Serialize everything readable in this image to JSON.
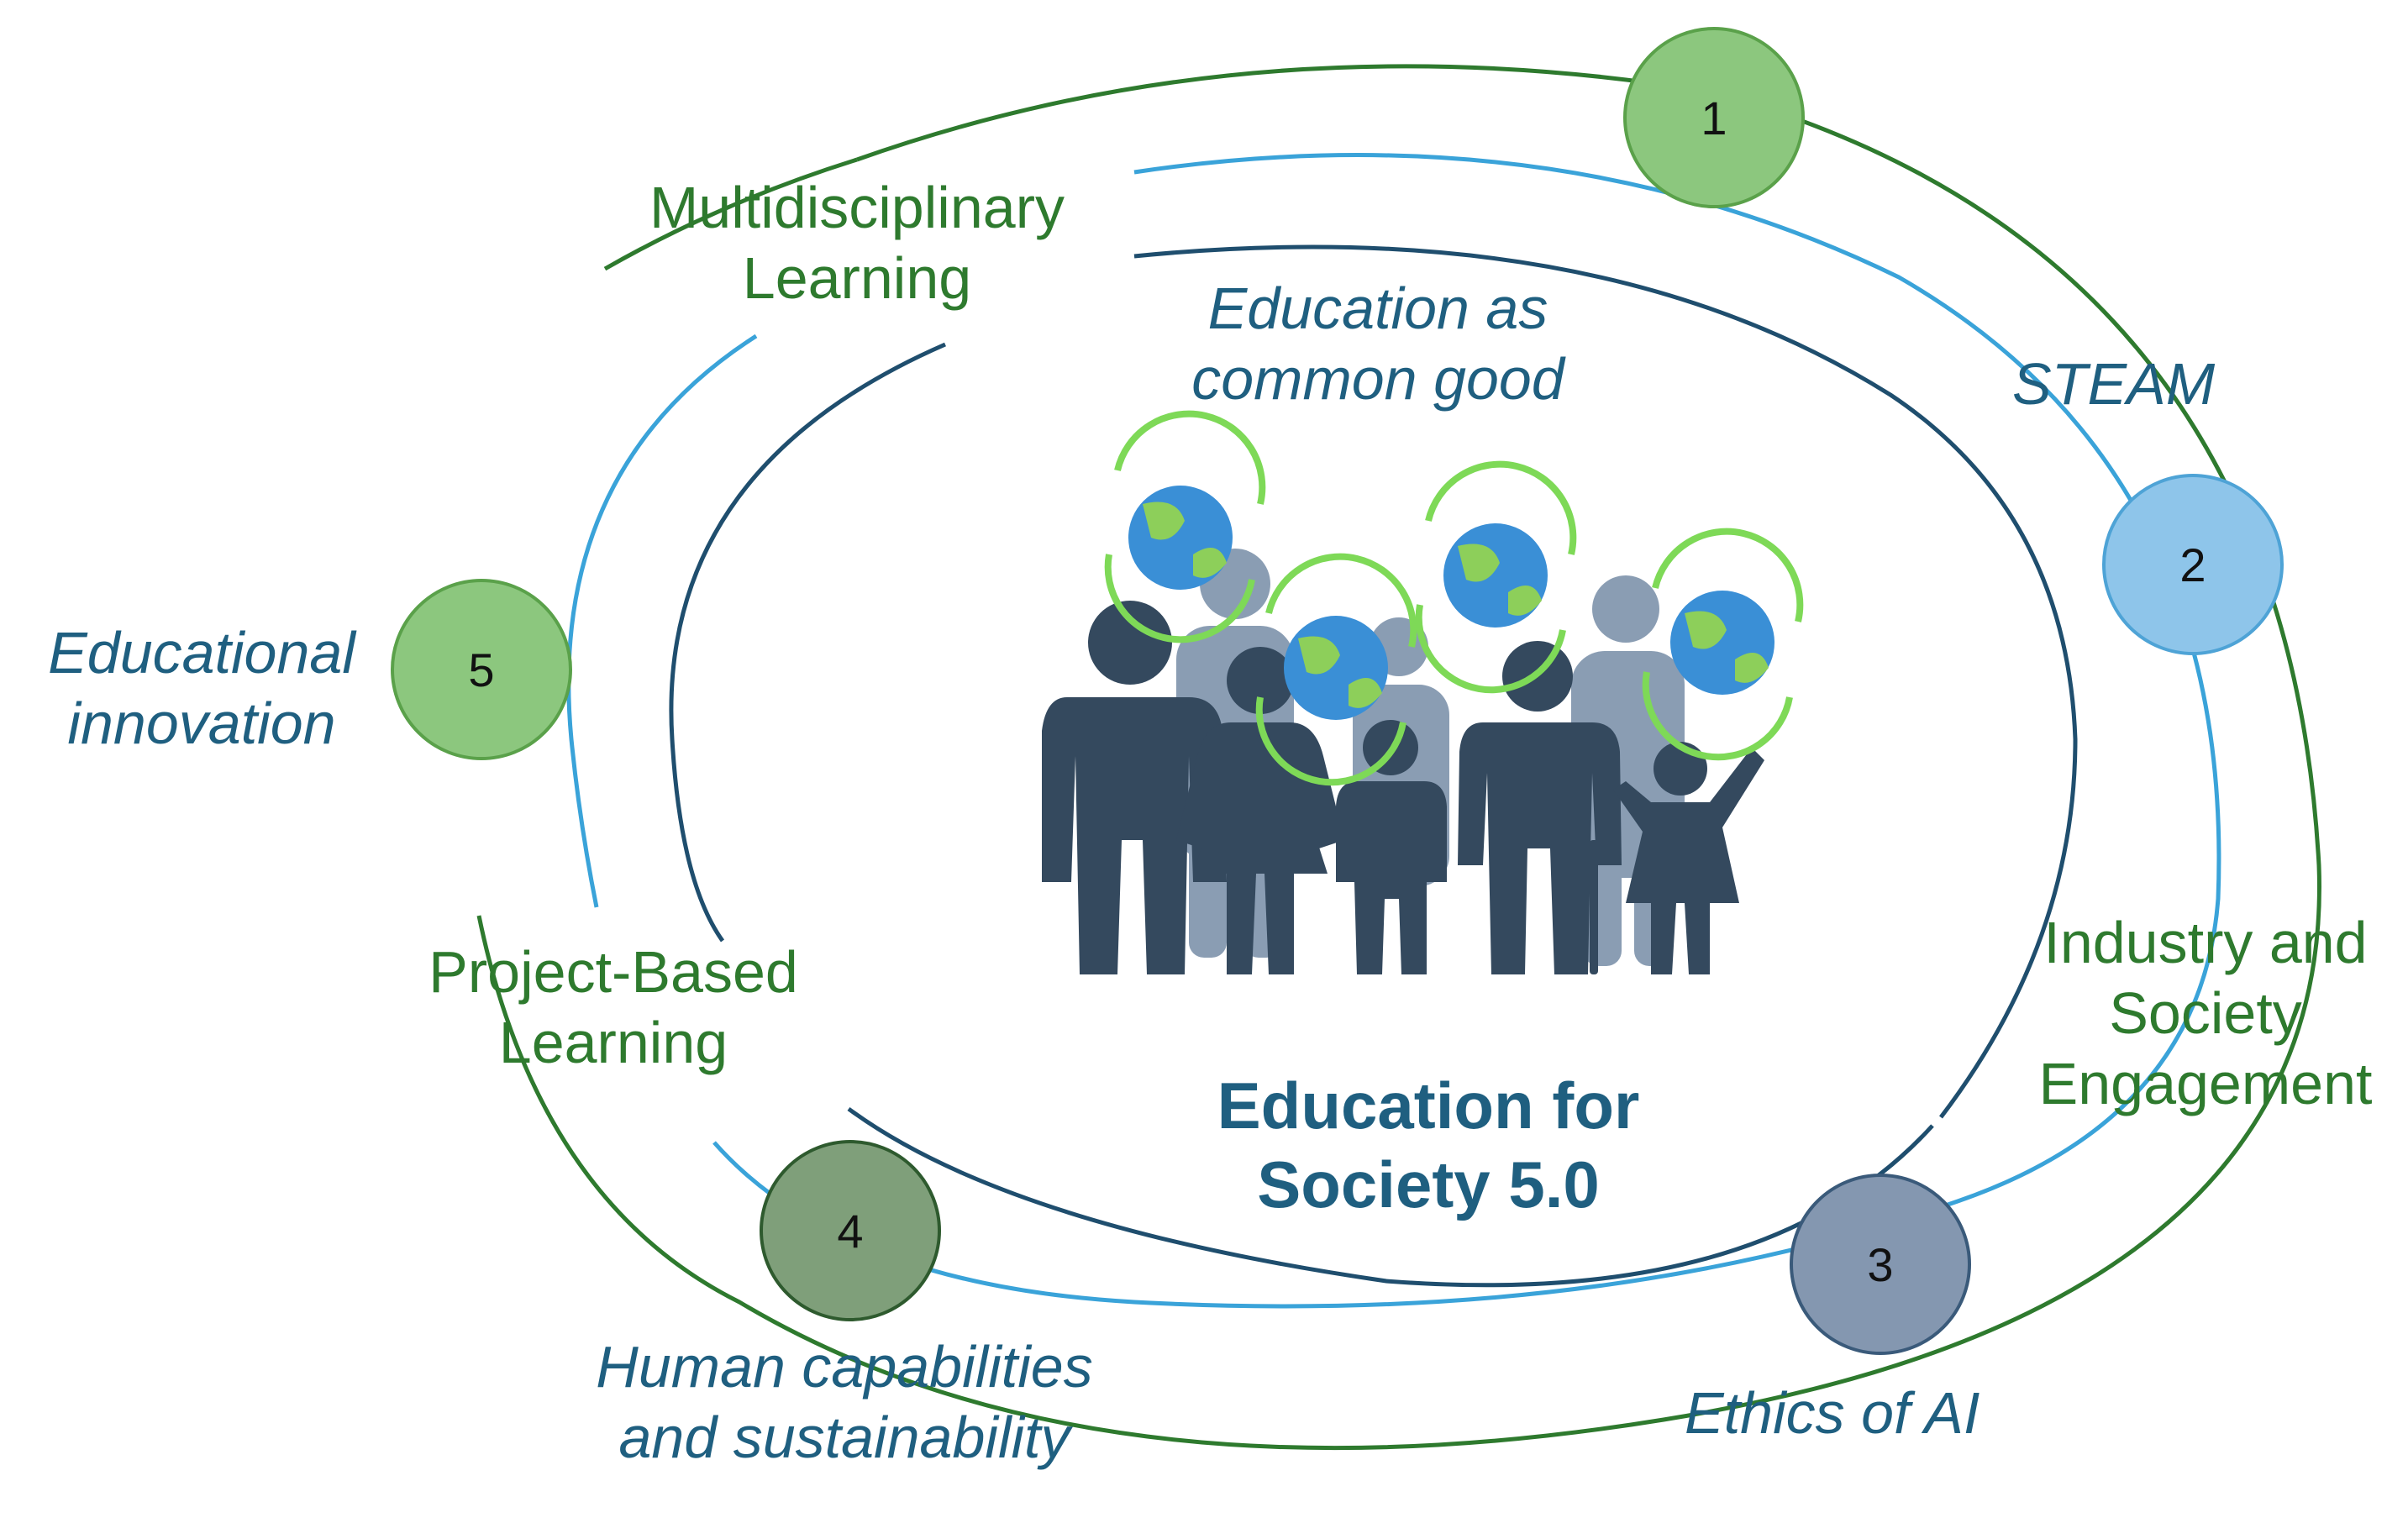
{
  "center": {
    "top_label": [
      "Education as",
      "common good"
    ],
    "title": [
      "Education for",
      "Society 5.0"
    ]
  },
  "nodes": [
    {
      "number": "1",
      "fill": "#8cc77e"
    },
    {
      "number": "2",
      "fill": "#8ec5ea"
    },
    {
      "number": "3",
      "fill": "#8497b0"
    },
    {
      "number": "4",
      "fill": "#7f9f7a"
    },
    {
      "number": "5",
      "fill": "#8cc77e"
    }
  ],
  "labels": {
    "multidisciplinary": [
      "Multidisciplinary",
      "Learning"
    ],
    "steam": "STEAM",
    "industry": [
      "Industry and",
      "Society",
      "Engagement"
    ],
    "ethics": "Ethics of AI",
    "human": [
      "Human capabilities",
      "and sustainability"
    ],
    "project": [
      "Project-Based",
      "Learning"
    ],
    "innovation": [
      "Educational",
      "innovation"
    ]
  },
  "colors": {
    "outer_ring": "#2e7a2e",
    "middle_ring": "#3aa3d9",
    "inner_ring": "#1f4e6e",
    "people_dark": "#34495e",
    "people_light": "#8a9db3",
    "globe_ocean": "#3a8fd6",
    "globe_land": "#8dcf5a",
    "arrows": "#7ed957"
  }
}
